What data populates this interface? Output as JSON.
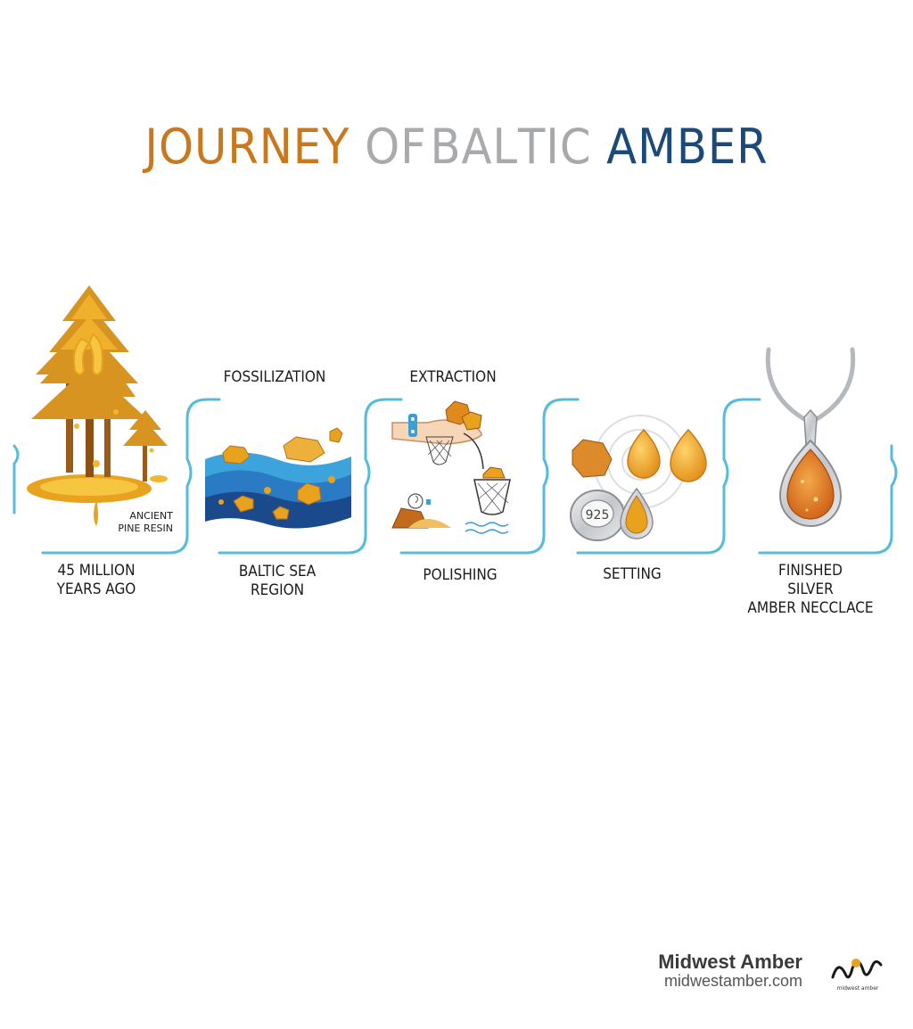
{
  "title": {
    "words": [
      "JOURNEY",
      "OF",
      "BAL",
      "TIC",
      "AMBER"
    ]
  },
  "steps": [
    {
      "label_line1": "45 MILLION",
      "label_line2": "YEARS AGO",
      "note_line1": "ANCIENT",
      "note_line2": "PINE RESIN"
    },
    {
      "top_label": "FOSSILIZATION",
      "label_line1": "BALTIC SEA",
      "label_line2": "REGION"
    },
    {
      "top_label": "EXTRACTION",
      "label_line1": "POLISHING"
    },
    {
      "label_line1": "SETTING",
      "stamp": "925"
    },
    {
      "label_line1": "FINISHED",
      "label_line2": "SILVER",
      "label_line3": "AMBER NECCLACE"
    }
  ],
  "brand": {
    "name": "Midwest Amber",
    "url": "midwestamber.com",
    "logo_caption": "midwest amber"
  },
  "colors": {
    "amber": "#e8a21e",
    "connector": "#56bcd9",
    "sea_dark": "#1b4a8c",
    "sea_light": "#3ca3dc",
    "silver": "#c9ccd0",
    "title_blue": "#1b4a7a"
  }
}
